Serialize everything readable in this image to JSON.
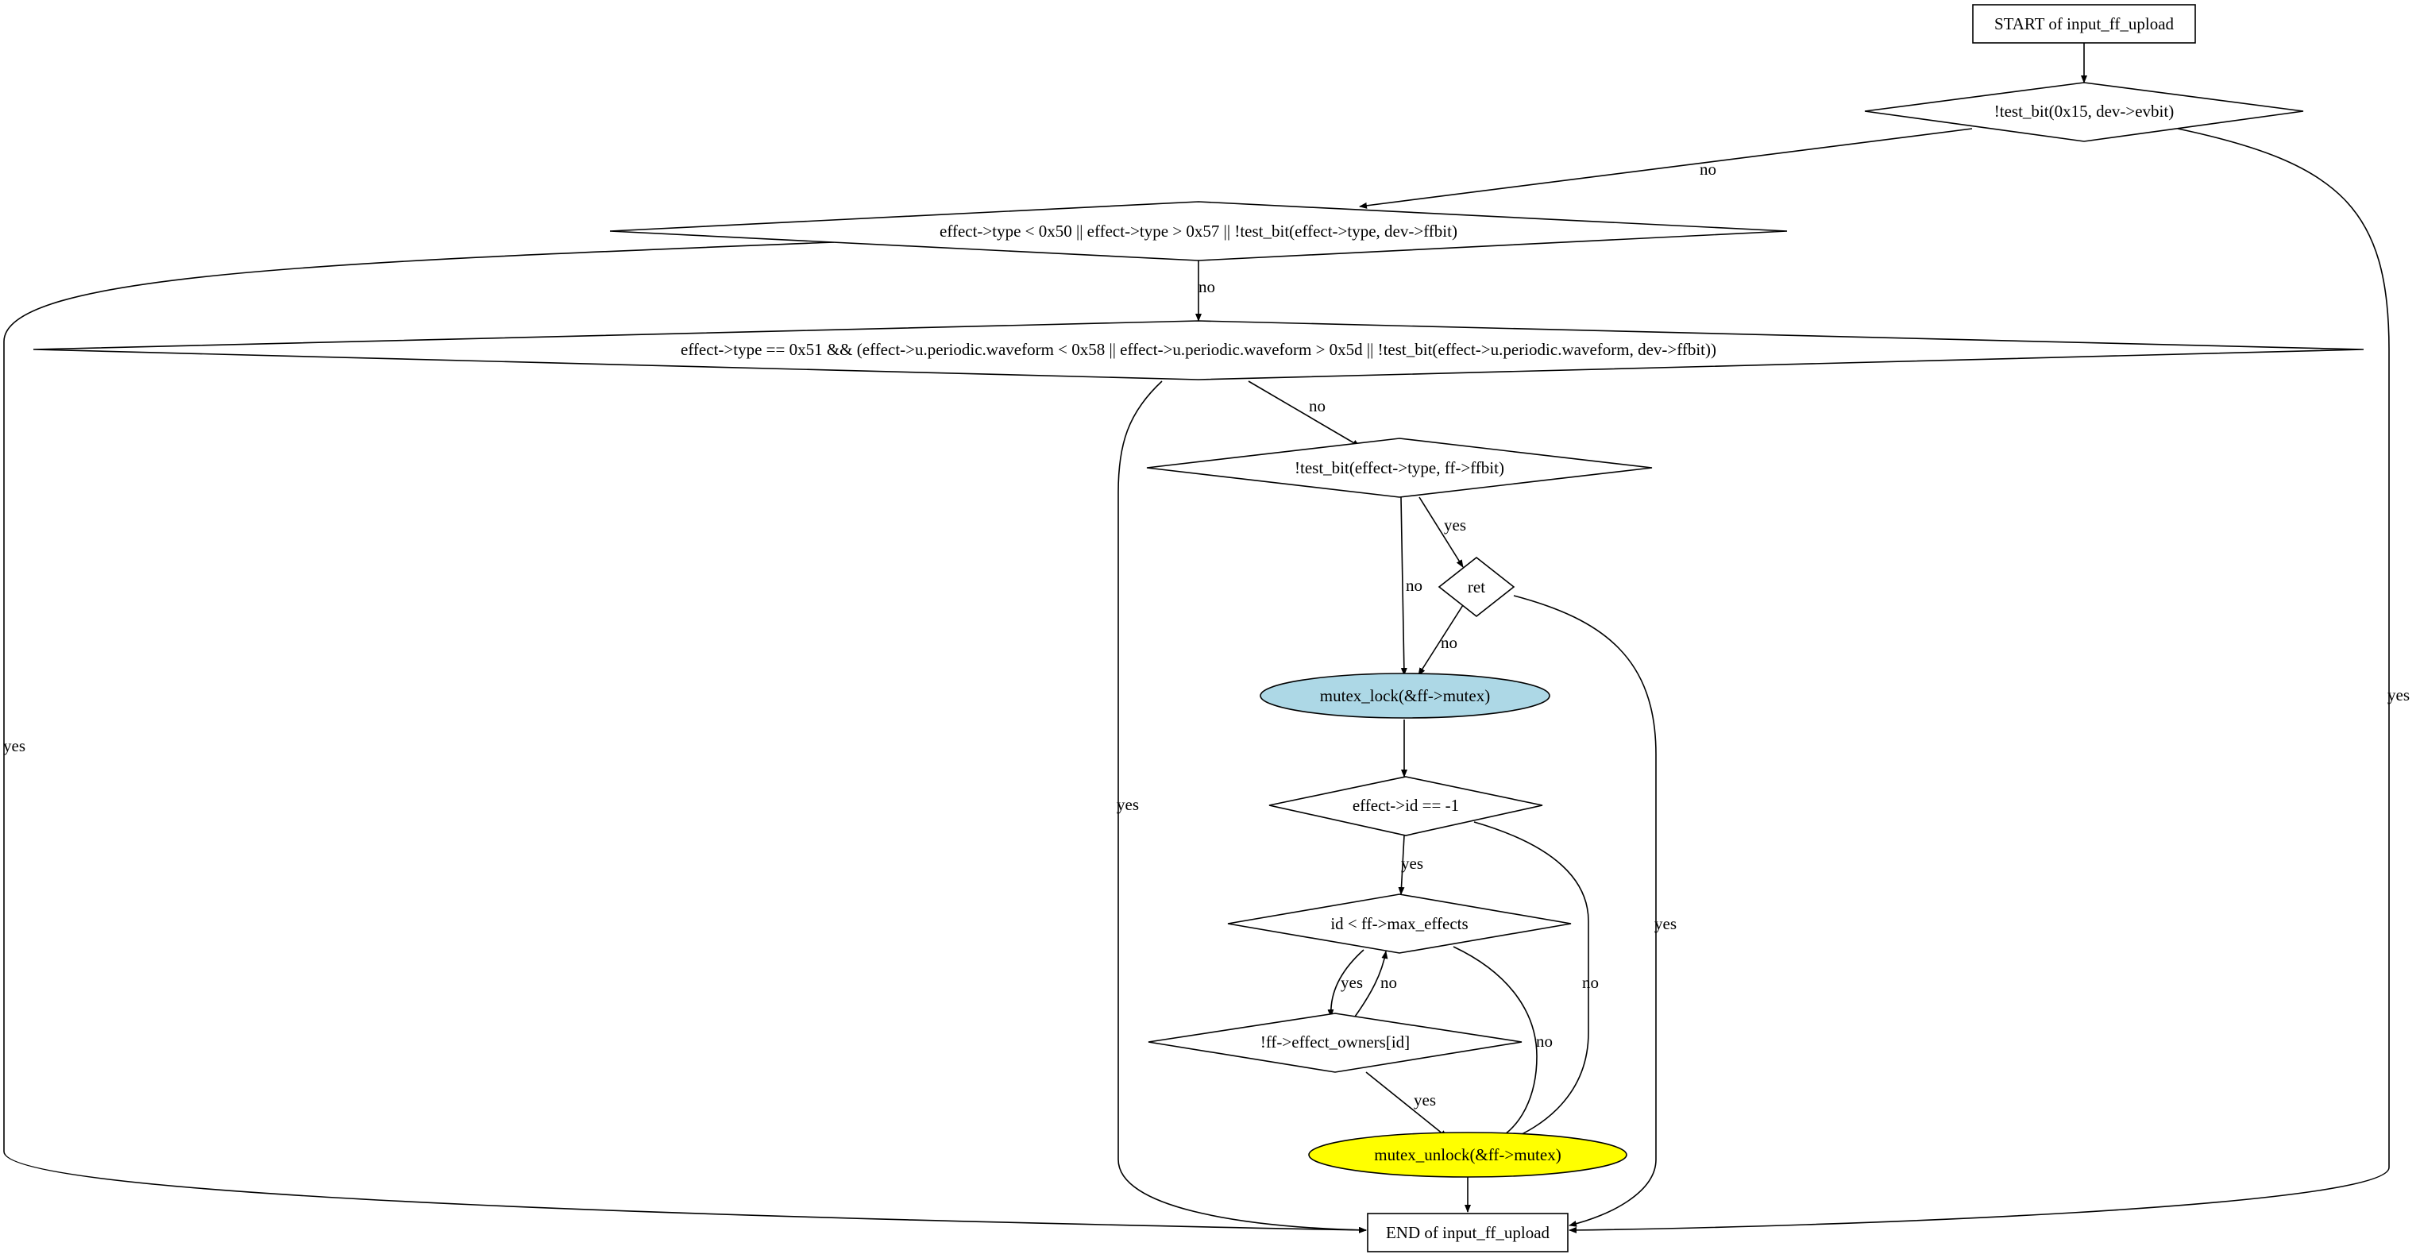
{
  "diagram": {
    "nodes": {
      "start": {
        "label": "START of input_ff_upload"
      },
      "d_evbit": {
        "label": "!test_bit(0x15, dev->evbit)"
      },
      "d_type_range": {
        "label": "effect->type < 0x50 || effect->type > 0x57 || !test_bit(effect->type, dev->ffbit)"
      },
      "d_periodic": {
        "label": "effect->type == 0x51 && (effect->u.periodic.waveform < 0x58 || effect->u.periodic.waveform > 0x5d || !test_bit(effect->u.periodic.waveform, dev->ffbit))"
      },
      "d_ff_ffbit": {
        "label": "!test_bit(effect->type, ff->ffbit)"
      },
      "d_ret": {
        "label": "ret"
      },
      "mutex_lock": {
        "label": "mutex_lock(&ff->mutex)",
        "fill": "#add8e6"
      },
      "d_id_neg": {
        "label": "effect->id == -1"
      },
      "d_id_max": {
        "label": "id < ff->max_effects"
      },
      "d_owners": {
        "label": "!ff->effect_owners[id]"
      },
      "mutex_unlock": {
        "label": "mutex_unlock(&ff->mutex)",
        "fill": "#ffff00"
      },
      "end": {
        "label": "END of input_ff_upload"
      }
    },
    "edges": {
      "start_evbit": {
        "label": ""
      },
      "evbit_no": {
        "label": "no"
      },
      "evbit_yes": {
        "label": "yes"
      },
      "range_no": {
        "label": "no"
      },
      "range_yes": {
        "label": "yes"
      },
      "periodic_no": {
        "label": "no"
      },
      "periodic_yes": {
        "label": "yes"
      },
      "ffbit_yes": {
        "label": "yes"
      },
      "ffbit_no": {
        "label": "no"
      },
      "ret_no": {
        "label": "no"
      },
      "ret_yes": {
        "label": "yes"
      },
      "lock_idneg": {
        "label": ""
      },
      "idneg_yes": {
        "label": "yes"
      },
      "idneg_no": {
        "label": "no"
      },
      "idmax_yes": {
        "label": "yes"
      },
      "idmax_no": {
        "label": "no"
      },
      "owners_no": {
        "label": "no"
      },
      "owners_yes": {
        "label": "yes"
      },
      "unlock_end": {
        "label": ""
      }
    }
  }
}
